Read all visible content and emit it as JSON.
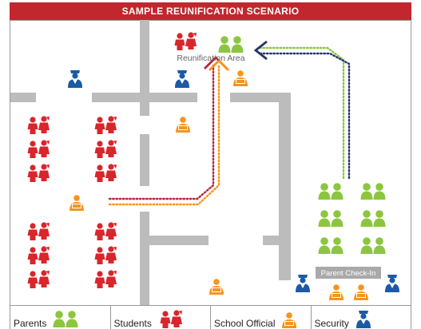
{
  "title": "SAMPLE REUNIFICATION SCENARIO",
  "labels": {
    "reunification_area": "Reunification Area",
    "parent_check_in": "Parent Check-In"
  },
  "legend": [
    {
      "label": "Parents",
      "icon": "parents-icon"
    },
    {
      "label": "Students",
      "icon": "students-icon"
    },
    {
      "label": "School Official",
      "icon": "school-official-icon"
    },
    {
      "label": "Security",
      "icon": "security-icon"
    }
  ],
  "colors": {
    "header": "#c1272d",
    "student": "#d7262c",
    "parent": "#8cc63f",
    "official": "#f7941d",
    "security": "#1b5aa6",
    "wall": "#bcbcbc",
    "path_red": "#b5253a",
    "path_orange": "#f7941d",
    "path_green": "#8cc63f",
    "path_navy": "#24356b"
  }
}
